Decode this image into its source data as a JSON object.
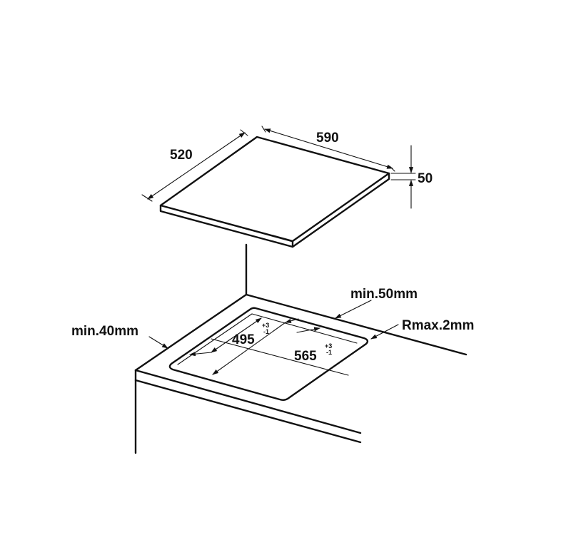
{
  "dimensions": {
    "width": "590",
    "depth": "520",
    "height": "50"
  },
  "cutout": {
    "width": "565",
    "width_tol_upper": "+3",
    "width_tol_lower": "-1",
    "depth": "495",
    "depth_tol_upper": "+3",
    "depth_tol_lower": "-1"
  },
  "clearances": {
    "back": "min.50mm",
    "front": "min.40mm",
    "corner_radius": "Rmax.2mm"
  }
}
